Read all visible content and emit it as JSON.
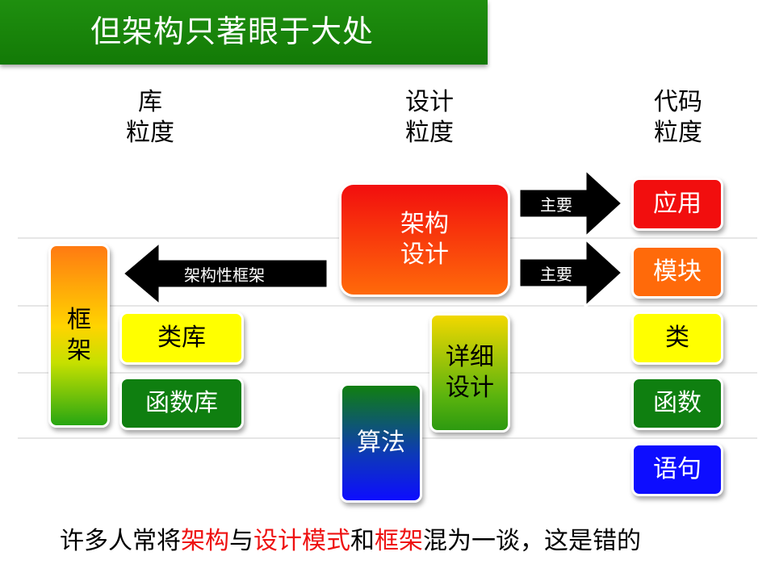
{
  "title": "但架构只著眼于大处",
  "columns": {
    "library": "库\n粒度",
    "design": "设计\n粒度",
    "code": "代码\n粒度"
  },
  "left": {
    "framework": "框\n架",
    "class_lib": "类库",
    "func_lib": "函数库",
    "arrow_label": "架构性框架"
  },
  "center": {
    "arch_design": "架构\n设计",
    "detail_design": "详细\n设计",
    "algorithm": "算法",
    "arrow_main_1": "主要",
    "arrow_main_2": "主要"
  },
  "right": {
    "app": "应用",
    "module": "模块",
    "class": "类",
    "func": "函数",
    "stmt": "语句"
  },
  "statement": {
    "p1": "许多人常将",
    "h1": "架构",
    "p2": "与",
    "h2": "设计模式",
    "p3": "和",
    "h3": "框架",
    "p4": "混为一谈，这是错的"
  },
  "colors": {
    "title_bg": "#1a8a0c",
    "red": "#ee1111",
    "orange": "#ff6a0a",
    "yellow": "#ffff00",
    "green": "#0f7f10",
    "blue": "#0d0dff",
    "highlight": "#ee1111"
  }
}
